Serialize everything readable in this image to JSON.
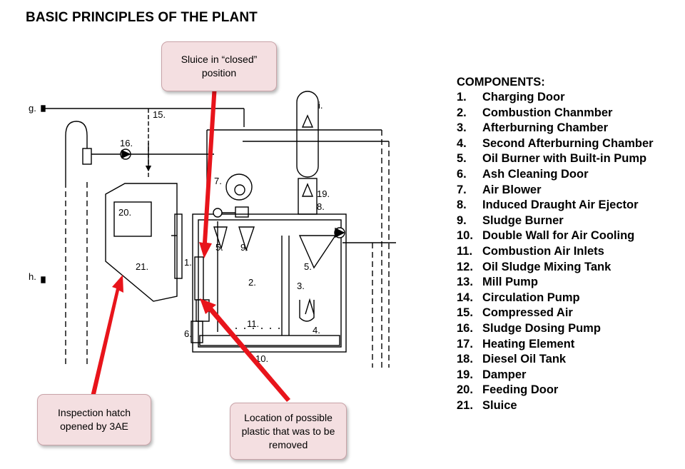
{
  "title": "BASIC PRINCIPLES OF THE PLANT",
  "components": {
    "heading": "COMPONENTS:",
    "items": [
      {
        "num": "1.",
        "label": "Charging Door"
      },
      {
        "num": "2.",
        "label": "Combustion Chanmber"
      },
      {
        "num": "3.",
        "label": "Afterburning Chamber"
      },
      {
        "num": "4.",
        "label": "Second Afterburning Chamber"
      },
      {
        "num": "5.",
        "label": "Oil Burner with Built-in Pump"
      },
      {
        "num": "6.",
        "label": "Ash Cleaning Door"
      },
      {
        "num": "7.",
        "label": "Air Blower"
      },
      {
        "num": "8.",
        "label": "Induced Draught Air Ejector"
      },
      {
        "num": "9.",
        "label": "Sludge Burner"
      },
      {
        "num": "10.",
        "label": "Double Wall for Air Cooling"
      },
      {
        "num": "11.",
        "label": "Combustion Air Inlets"
      },
      {
        "num": "12.",
        "label": "Oil Sludge Mixing Tank"
      },
      {
        "num": "13.",
        "label": "Mill Pump"
      },
      {
        "num": "14.",
        "label": "Circulation Pump"
      },
      {
        "num": "15.",
        "label": "Compressed Air"
      },
      {
        "num": "16.",
        "label": "Sludge Dosing Pump"
      },
      {
        "num": "17.",
        "label": "Heating Element"
      },
      {
        "num": "18.",
        "label": "Diesel Oil Tank"
      },
      {
        "num": "19.",
        "label": "Damper"
      },
      {
        "num": "20.",
        "label": "Feeding Door"
      },
      {
        "num": "21.",
        "label": "Sluice"
      }
    ]
  },
  "callouts": {
    "sluice": {
      "line1": "Sluice in “closed”",
      "line2": "position"
    },
    "hatch": {
      "line1": "Inspection hatch",
      "line2": "opened by 3AE"
    },
    "plastic": {
      "line1": "Location of possible",
      "line2": "plastic that was to be",
      "line3": "removed"
    }
  },
  "diagram_labels": {
    "g": "g.",
    "h": "h.",
    "i": "i.",
    "n1": "1.",
    "n2": "2.",
    "n3": "3.",
    "n4": "4.",
    "n5a": "5.",
    "n5b": "5.",
    "n6": "6.",
    "n7": "7.",
    "n8": "8.",
    "n9": "9.",
    "n10": "10.",
    "n11": "11.",
    "n15": "15.",
    "n16": "16.",
    "n19": "19.",
    "n20": "20.",
    "n21": "21."
  },
  "colors": {
    "arrow": "#e8141b",
    "callout_fill": "#f4dfe1",
    "line": "#000000"
  }
}
